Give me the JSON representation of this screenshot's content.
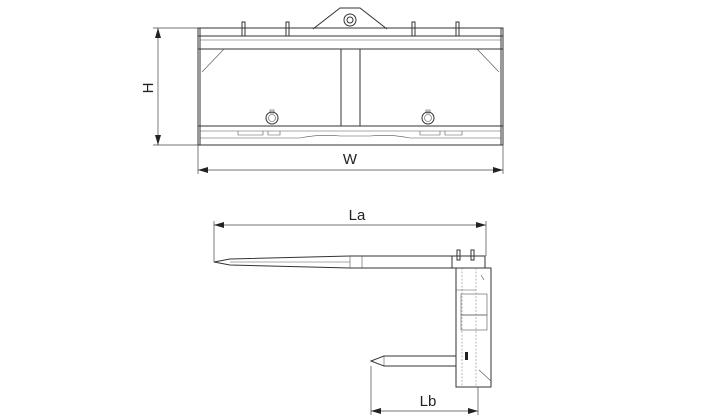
{
  "front_view": {
    "height_label": "H",
    "width_label": "W"
  },
  "side_view": {
    "upper_tine_length_label": "La",
    "lower_tine_length_label": "Lb"
  }
}
